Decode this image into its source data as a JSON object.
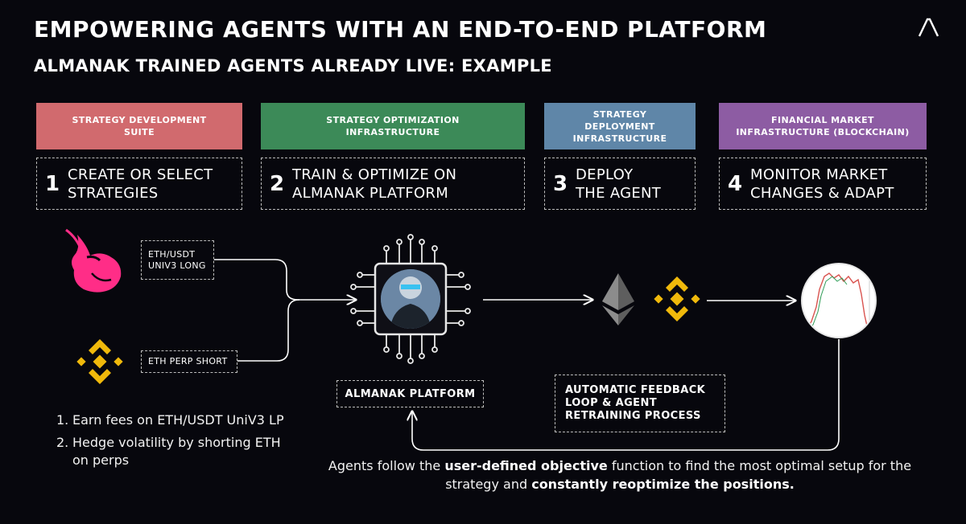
{
  "title": "EMPOWERING AGENTS WITH AN END-TO-END PLATFORM",
  "subtitle": "ALMANAK TRAINED AGENTS ALREADY LIVE: EXAMPLE",
  "logo_icon": "almanak-logo-icon",
  "stages": [
    {
      "header": "STRATEGY DEVELOPMENT SUITE",
      "color": "#d16a6e",
      "number": "1",
      "text_line1": "CREATE OR SELECT",
      "text_line2": "STRATEGIES"
    },
    {
      "header": "STRATEGY OPTIMIZATION INFRASTRUCTURE",
      "color": "#3c8a58",
      "number": "2",
      "text_line1": "TRAIN & OPTIMIZE ON",
      "text_line2": "ALMANAK PLATFORM"
    },
    {
      "header": "STRATEGY DEPLOYMENT INFRASTRUCTURE",
      "color": "#5f86a8",
      "number": "3",
      "text_line1": "DEPLOY",
      "text_line2": "THE AGENT"
    },
    {
      "header": "FINANCIAL MARKET INFRASTRUCTURE (BLOCKCHAIN)",
      "color": "#8d5ca3",
      "number": "4",
      "text_line1": "MONITOR MARKET",
      "text_line2": "CHANGES & ADAPT"
    }
  ],
  "inputs": {
    "uniswap_tag_line1": "ETH/USDT",
    "uniswap_tag_line2": "UNIV3 LONG",
    "perp_tag": "ETH PERP SHORT"
  },
  "platform_label": "ALMANAK PLATFORM",
  "feedback_line1": "AUTOMATIC FEEDBACK",
  "feedback_line2": "LOOP & AGENT",
  "feedback_line3": "RETRAINING PROCESS",
  "steps": [
    {
      "num": "1.",
      "text": "Earn fees on ETH/USDT UniV3 LP"
    },
    {
      "num": "2.",
      "text": "Hedge volatility by shorting ETH on perps"
    }
  ],
  "note": {
    "p1": "Agents follow the ",
    "b1": "user-defined objective",
    "p2": " function to find the most optimal setup for the strategy and ",
    "b2": "constantly reoptimize the positions."
  },
  "colors": {
    "background": "#07070d",
    "uniswap_pink": "#ff2d87",
    "binance_gold": "#f0b90b",
    "eth_gray": "#8c8c8c",
    "chart_red": "#d9534f",
    "chart_green": "#2e9d57"
  }
}
